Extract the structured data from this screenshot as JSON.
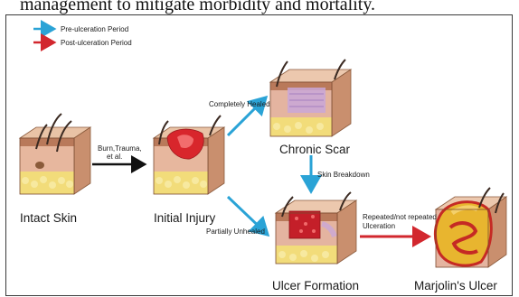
{
  "header_text": "management to mitigate morbidity and mortality.",
  "legend": {
    "pre": "Pre-ulceration Period",
    "post": "Post-ulceration Period",
    "pre_color": "#2aa3d6",
    "post_color": "#d2272e"
  },
  "stages": {
    "intact": "Intact Skin",
    "initial": "Initial Injury",
    "scar": "Chronic Scar",
    "ulcer": "Ulcer Formation",
    "marjolin": "Marjolin's Ulcer"
  },
  "arrows": {
    "cause_1": "Burn,Trauma,",
    "cause_2": "et al.",
    "healed": "Completely Healed",
    "unhealed": "Partially Unhealed",
    "breakdown": "Skin Breakdown",
    "repeat_1": "Repeated/not repeated",
    "repeat_2": "Ulceration"
  }
}
